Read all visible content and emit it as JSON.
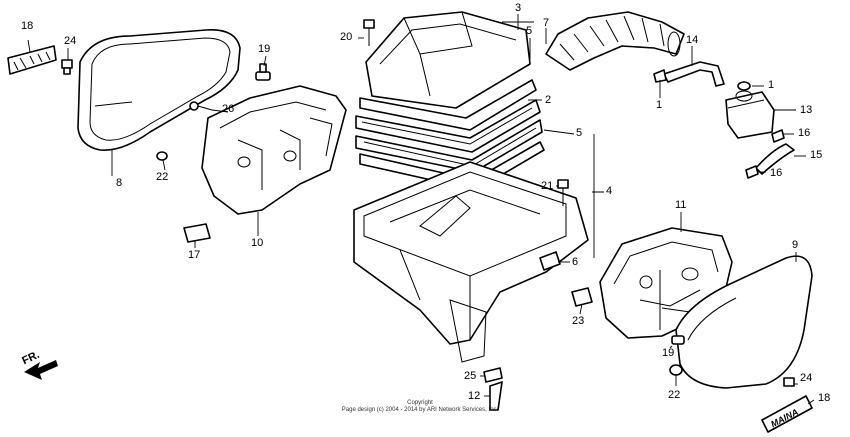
{
  "diagram": {
    "callouts": [
      {
        "id": "c1",
        "text": "18"
      },
      {
        "id": "c2",
        "text": "24"
      },
      {
        "id": "c3",
        "text": "8"
      },
      {
        "id": "c4",
        "text": "26"
      },
      {
        "id": "c5",
        "text": "22"
      },
      {
        "id": "c6",
        "text": "19"
      },
      {
        "id": "c7",
        "text": "10"
      },
      {
        "id": "c8",
        "text": "17"
      },
      {
        "id": "c9",
        "text": "20"
      },
      {
        "id": "c10",
        "text": "3"
      },
      {
        "id": "c11",
        "text": "5"
      },
      {
        "id": "c12",
        "text": "7"
      },
      {
        "id": "c13",
        "text": "2"
      },
      {
        "id": "c14",
        "text": "5"
      },
      {
        "id": "c15",
        "text": "4"
      },
      {
        "id": "c16",
        "text": "21"
      },
      {
        "id": "c17",
        "text": "6"
      },
      {
        "id": "c18",
        "text": "23"
      },
      {
        "id": "c19",
        "text": "25"
      },
      {
        "id": "c20",
        "text": "12"
      },
      {
        "id": "c21",
        "text": "14"
      },
      {
        "id": "c22",
        "text": "1"
      },
      {
        "id": "c23",
        "text": "1"
      },
      {
        "id": "c24",
        "text": "13"
      },
      {
        "id": "c25",
        "text": "16"
      },
      {
        "id": "c26",
        "text": "15"
      },
      {
        "id": "c27",
        "text": "16"
      },
      {
        "id": "c28",
        "text": "11"
      },
      {
        "id": "c29",
        "text": "9"
      },
      {
        "id": "c30",
        "text": "19"
      },
      {
        "id": "c31",
        "text": "22"
      },
      {
        "id": "c32",
        "text": "24"
      },
      {
        "id": "c33",
        "text": "18"
      }
    ],
    "direction_label": "FR.",
    "emblem_text": "MAINA",
    "copyright_line1": "Copyright",
    "copyright_line2": "Page design (c) 2004 - 2014 by ARI Network Services, Inc."
  }
}
